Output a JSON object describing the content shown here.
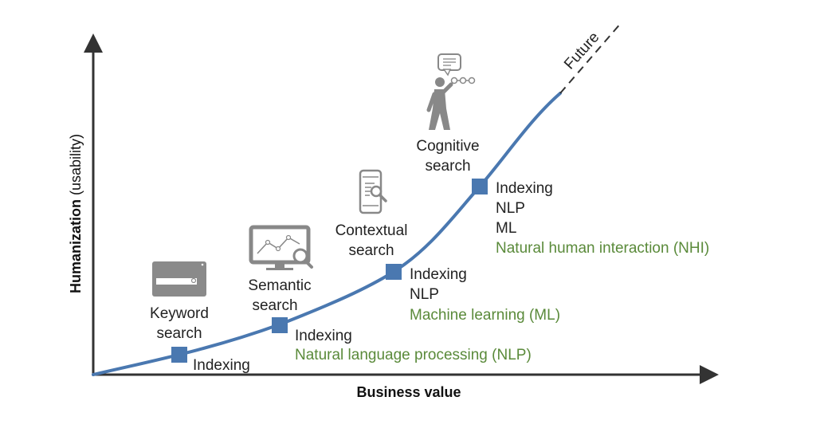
{
  "axes": {
    "x_title": "Business value",
    "y_title_bold": "Humanization",
    "y_title_light": " (usability)"
  },
  "future_label": "Future",
  "stages": [
    {
      "title_lines": [
        "Keyword",
        "search"
      ],
      "icon": "search-bar-icon",
      "features": [
        "Indexing"
      ],
      "new_feature": ""
    },
    {
      "title_lines": [
        "Semantic",
        "search"
      ],
      "icon": "monitor-search-icon",
      "features": [
        "Indexing"
      ],
      "new_feature": "Natural language processing (NLP)"
    },
    {
      "title_lines": [
        "Contextual",
        "search"
      ],
      "icon": "smartphone-search-icon",
      "features": [
        "Indexing",
        "NLP"
      ],
      "new_feature": "Machine learning (ML)"
    },
    {
      "title_lines": [
        "Cognitive",
        "search"
      ],
      "icon": "person-chat-icon",
      "features": [
        "Indexing",
        "NLP",
        "ML"
      ],
      "new_feature": "Natural human interaction (NHI)"
    }
  ],
  "colors": {
    "curve": "#4a78b0",
    "marker": "#4a78b0",
    "axis": "#333333",
    "highlight_text": "#5a8a3a",
    "icon_gray": "#888888"
  }
}
